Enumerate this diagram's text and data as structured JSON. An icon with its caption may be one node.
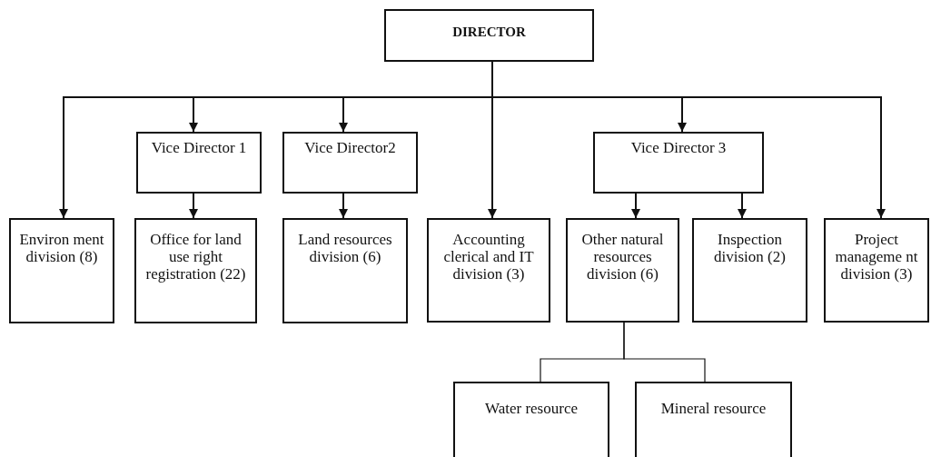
{
  "diagram": {
    "nodes": [
      {
        "text": [
          "DIRECTOR"
        ]
      },
      {
        "text": [
          "Vice Director 1"
        ]
      },
      {
        "text": [
          "Vice Director2"
        ]
      },
      {
        "text": [
          "Vice Director 3"
        ]
      },
      {
        "text": [
          "Environ ment division (8)"
        ]
      },
      {
        "text": [
          "Office for land use right registration (22)"
        ]
      },
      {
        "text": [
          "Land resources division (6)"
        ]
      },
      {
        "text": [
          "Accounting clerical and IT division (3)"
        ]
      },
      {
        "text": [
          "Other natural resources division (6)"
        ]
      },
      {
        "text": [
          "Inspection division (2)"
        ]
      },
      {
        "text": [
          "Project manageme nt division (3)"
        ]
      },
      {
        "text": [
          "Water resource"
        ]
      },
      {
        "text": [
          "Mineral resource"
        ]
      }
    ],
    "edges": [
      {
        "from": 0,
        "to": 4,
        "arrow": "to"
      },
      {
        "from": 0,
        "to": 1,
        "arrow": "to"
      },
      {
        "from": 0,
        "to": 2,
        "arrow": "to"
      },
      {
        "from": 0,
        "to": 7,
        "arrow": "to"
      },
      {
        "from": 0,
        "to": 3,
        "arrow": "to"
      },
      {
        "from": 0,
        "to": 10,
        "arrow": "to"
      },
      {
        "from": 1,
        "to": 5,
        "arrow": "to"
      },
      {
        "from": 2,
        "to": 6,
        "arrow": "to"
      },
      {
        "from": 3,
        "to": 8,
        "arrow": "to"
      },
      {
        "from": 3,
        "to": 9,
        "arrow": "to"
      },
      {
        "from": 8,
        "to": 11,
        "arrow": "none"
      },
      {
        "from": 8,
        "to": 12,
        "arrow": "none"
      }
    ]
  }
}
